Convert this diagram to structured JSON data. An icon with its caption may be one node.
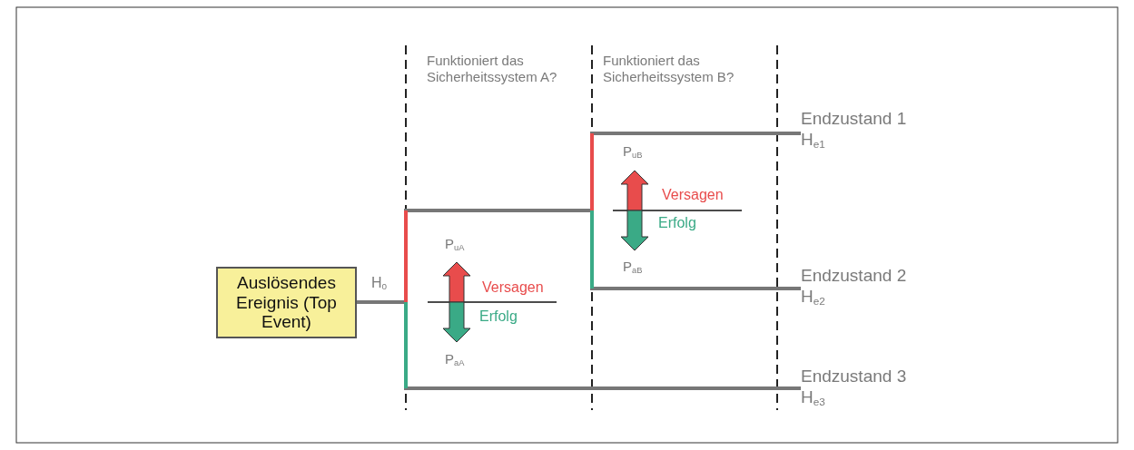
{
  "diagram": {
    "nodes": [
      {
        "text": [
          "Auslösendes Ereignis (Top Event)"
        ]
      },
      {
        "text": [
          "Endzustand 1",
          "H$_{e1}$"
        ]
      },
      {
        "text": [
          "Endzustand 2",
          "H$_{e2}$"
        ]
      },
      {
        "text": [
          "Endzustand 3",
          "H$_{e3}$"
        ]
      }
    ],
    "edges": [
      {
        "from": 0,
        "to": 1,
        "arrow": "none"
      },
      {
        "from": 0,
        "to": 2,
        "arrow": "none"
      },
      {
        "from": 0,
        "to": 3,
        "arrow": "none"
      }
    ],
    "labels": [
      "Funktioniert das Sicherheitssystem A?",
      "Funktioniert das Sicherheitssystem B?",
      "P$_{uB}$",
      "Versagen",
      "Erfolg",
      "P$_{uA}$",
      "P$_{aB}$",
      "H$_{0}$",
      "Versagen",
      "Erfolg",
      "P$_{aA}$"
    ]
  }
}
